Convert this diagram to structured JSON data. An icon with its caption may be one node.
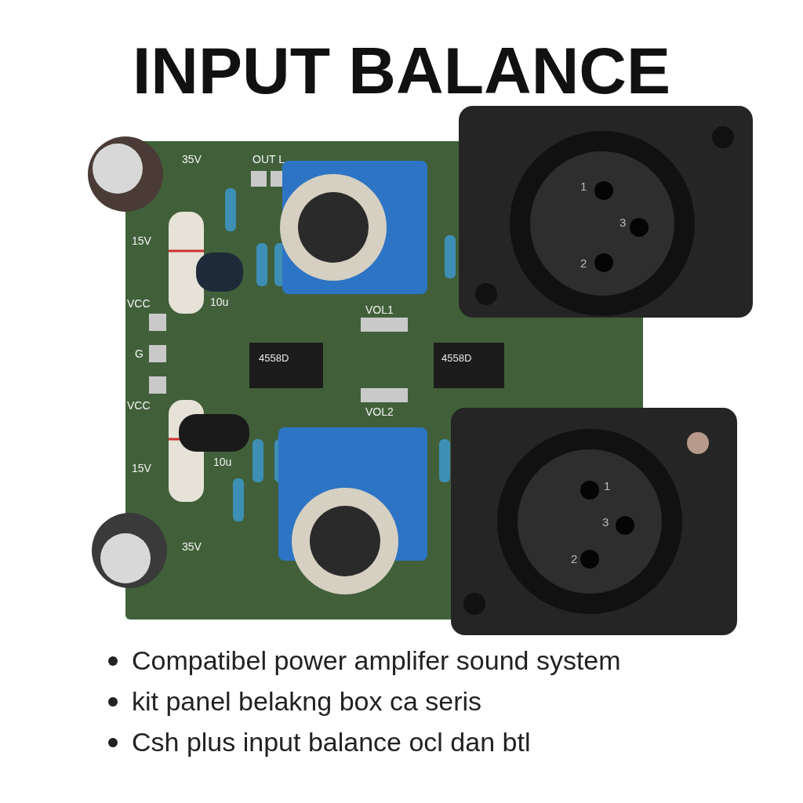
{
  "diagram": {
    "title": "INPUT BALANCE",
    "labels": [
      "OUT L",
      "35V",
      "15V",
      "10u",
      "1",
      "3",
      "2",
      "VCC",
      "G",
      "VOL1",
      "4558D",
      "4558D",
      "VCC",
      "VOL2",
      "10u",
      "1",
      "3",
      "2",
      "15V",
      "35V",
      "Compatibel power amplifer sound system",
      "kit panel belakng box ca seris",
      "Csh plus input balance ocl dan btl"
    ]
  }
}
